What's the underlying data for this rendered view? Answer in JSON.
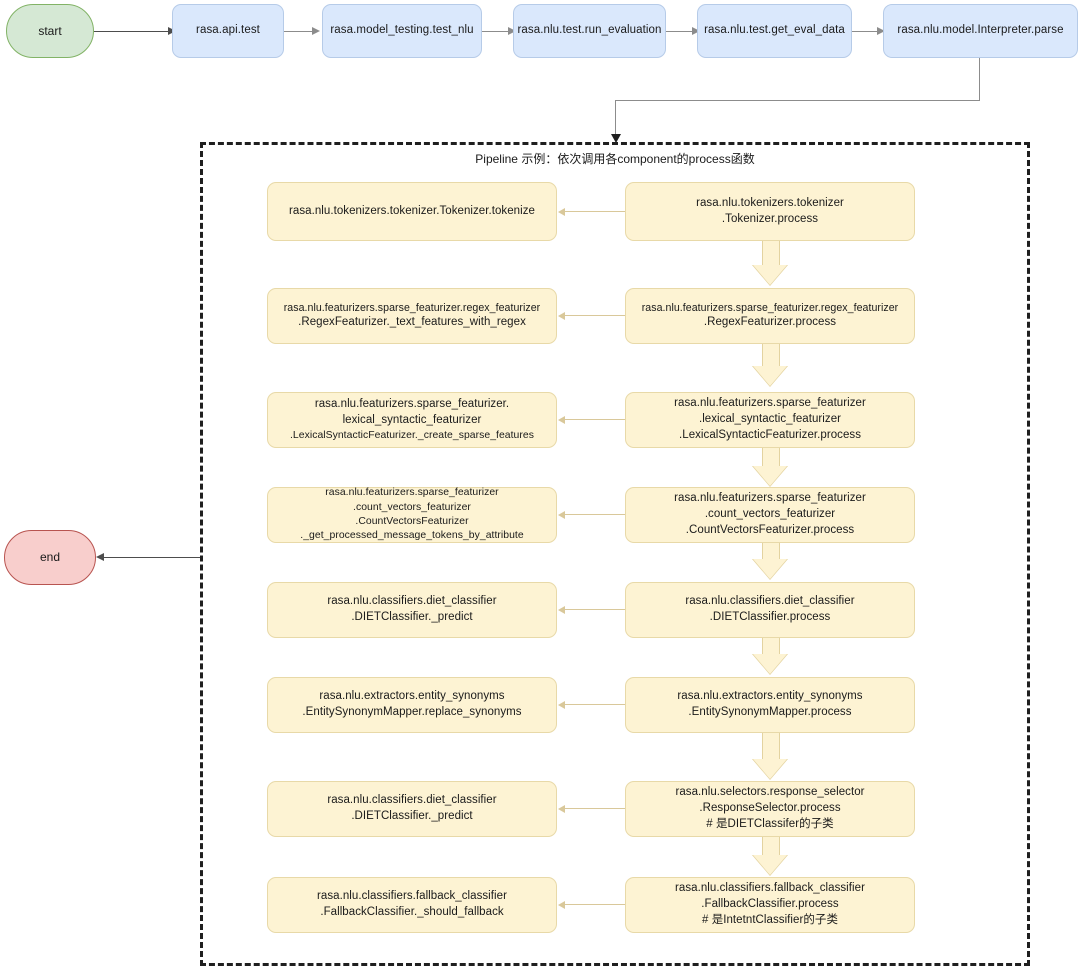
{
  "diagram": {
    "title": "Rasa NLU evaluation call flow",
    "colors": {
      "start_fill": "#d5e8d4",
      "start_stroke": "#82b366",
      "end_fill": "#f8cecc",
      "end_stroke": "#b85450",
      "call_fill": "#dae8fc",
      "call_stroke": "#b6cbe8",
      "component_fill": "#fdf3d3",
      "component_stroke": "#e8d9a8",
      "container_stroke": "#1f1f1f",
      "connector": "#8c8c8c"
    },
    "start_node": {
      "label": "start"
    },
    "end_node": {
      "label": "end"
    },
    "top_flow": [
      {
        "label": "rasa.api.test"
      },
      {
        "label": "rasa.model_testing.test_nlu"
      },
      {
        "label": "rasa.nlu.test.run_evaluation"
      },
      {
        "label": "rasa.nlu.test.get_eval_data"
      },
      {
        "label": "rasa.nlu.model.Interpreter.parse"
      }
    ],
    "pipeline": {
      "title": "Pipeline 示例：依次调用各component的process函数",
      "rows": [
        {
          "process": [
            "rasa.nlu.tokenizers.tokenizer",
            ".Tokenizer.process"
          ],
          "detail": [
            "rasa.nlu.tokenizers.tokenizer.Tokenizer.tokenize"
          ]
        },
        {
          "process": [
            "rasa.nlu.featurizers.sparse_featurizer.regex_featurizer",
            ".RegexFeaturizer.process"
          ],
          "detail": [
            "rasa.nlu.featurizers.sparse_featurizer.regex_featurizer",
            ".RegexFeaturizer._text_features_with_regex"
          ]
        },
        {
          "process": [
            "rasa.nlu.featurizers.sparse_featurizer",
            ".lexical_syntactic_featurizer",
            ".LexicalSyntacticFeaturizer.process"
          ],
          "detail": [
            "rasa.nlu.featurizers.sparse_featurizer.",
            "lexical_syntactic_featurizer",
            ".LexicalSyntacticFeaturizer._create_sparse_features"
          ]
        },
        {
          "process": [
            "rasa.nlu.featurizers.sparse_featurizer",
            ".count_vectors_featurizer",
            ".CountVectorsFeaturizer.process"
          ],
          "detail": [
            "rasa.nlu.featurizers.sparse_featurizer",
            ".count_vectors_featurizer",
            ".CountVectorsFeaturizer",
            "._get_processed_message_tokens_by_attribute"
          ]
        },
        {
          "process": [
            "rasa.nlu.classifiers.diet_classifier",
            ".DIETClassifier.process"
          ],
          "detail": [
            "rasa.nlu.classifiers.diet_classifier",
            ".DIETClassifier._predict"
          ]
        },
        {
          "process": [
            "rasa.nlu.extractors.entity_synonyms",
            ".EntitySynonymMapper.process"
          ],
          "detail": [
            "rasa.nlu.extractors.entity_synonyms",
            ".EntitySynonymMapper.replace_synonyms"
          ]
        },
        {
          "process": [
            "rasa.nlu.selectors.response_selector",
            ".ResponseSelector.process",
            "# 是DIETClassifer的子类"
          ],
          "detail": [
            "rasa.nlu.classifiers.diet_classifier",
            ".DIETClassifier._predict"
          ]
        },
        {
          "process": [
            "rasa.nlu.classifiers.fallback_classifier",
            ".FallbackClassifier.process",
            "# 是IntetntClassifier的子类"
          ],
          "detail": [
            "rasa.nlu.classifiers.fallback_classifier",
            ".FallbackClassifier._should_fallback"
          ]
        }
      ]
    }
  }
}
